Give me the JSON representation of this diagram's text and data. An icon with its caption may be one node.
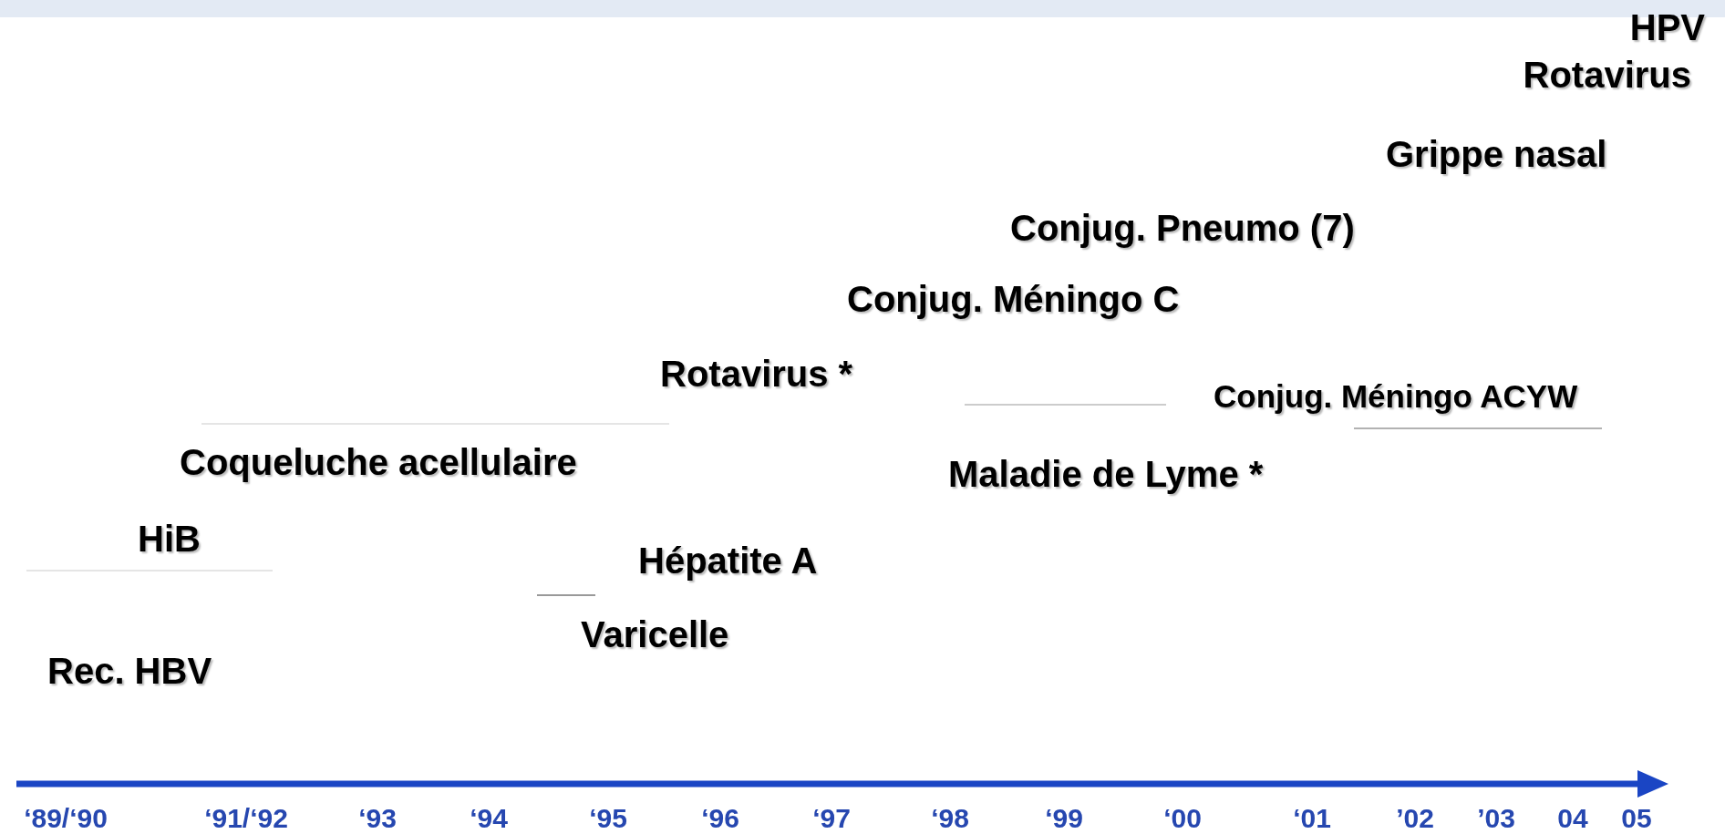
{
  "diagram": {
    "labels": [
      "HPV",
      "Rotavirus",
      "Grippe nasal",
      "Conjug. Pneumo (7)",
      "Conjug. Méningo C",
      "Rotavirus *",
      "Conjug. Méningo ACYW",
      "Coqueluche acellulaire",
      "Maladie de Lyme *",
      "HiB",
      "Hépatite A",
      "Varicelle",
      "Rec. HBV",
      "‘89/‘90",
      "‘91/‘92",
      "‘93",
      "‘94",
      "‘95",
      "‘96",
      "‘97",
      "‘98",
      "‘99",
      "‘00",
      "‘01",
      "’02",
      "’03",
      "04",
      "05"
    ]
  }
}
